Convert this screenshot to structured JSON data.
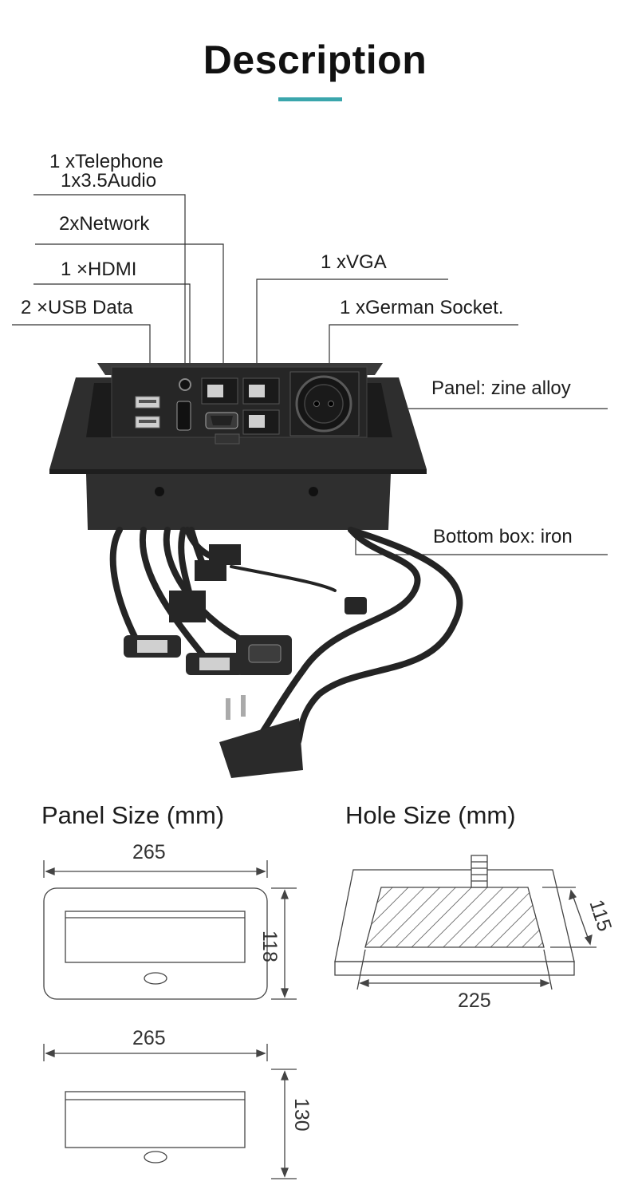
{
  "header": {
    "title": "Description"
  },
  "colors": {
    "accent": "#3aa6ac",
    "device": "#2a2a2a",
    "line": "#333333"
  },
  "callouts": {
    "telephone": "1 xTelephone",
    "audio": "1x3.5Audio",
    "network": "2xNetwork",
    "hdmi": "1 ×HDMI",
    "usb": "2 ×USB Data",
    "vga": "1 xVGA",
    "socket": "1 xGerman Socket.",
    "panel": "Panel: zine alloy",
    "bottom_box": "Bottom box: iron"
  },
  "panel_size": {
    "title": "Panel Size (mm)",
    "top_width": "265",
    "top_height": "118",
    "bottom_width": "265",
    "bottom_height": "130"
  },
  "hole_size": {
    "title": "Hole Size (mm)",
    "width": "225",
    "height": "115"
  }
}
